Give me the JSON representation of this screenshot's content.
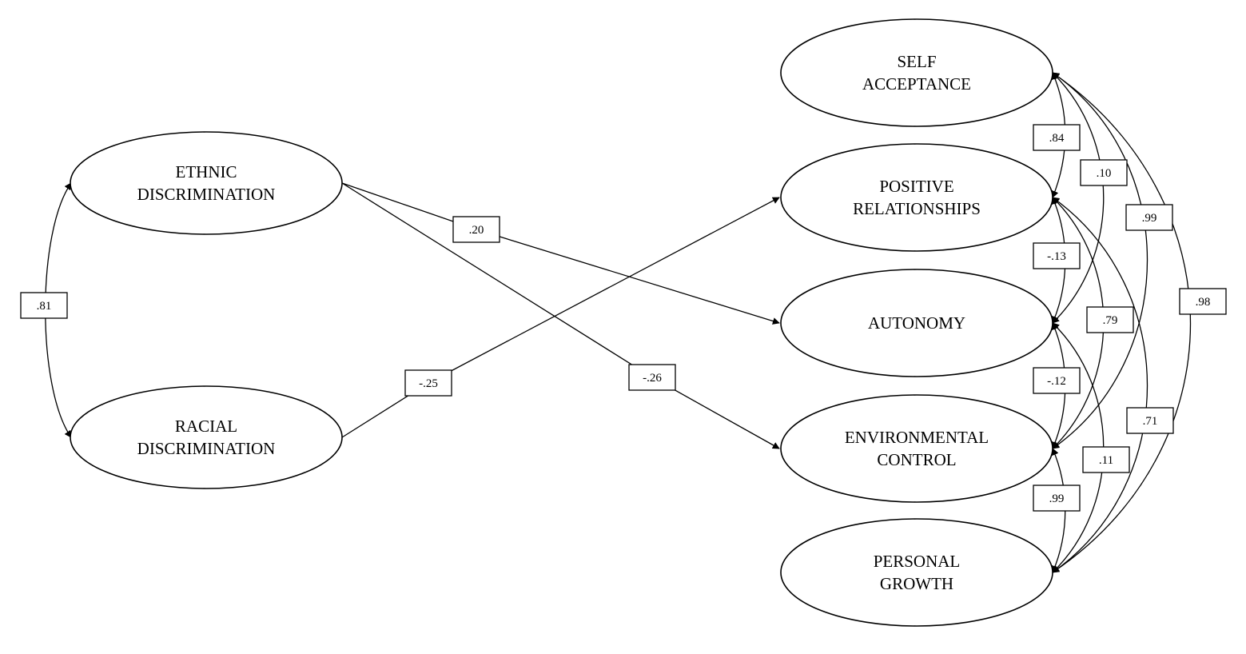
{
  "nodes": {
    "ethnic": [
      "ETHNIC",
      "DISCRIMINATION"
    ],
    "racial": [
      "RACIAL",
      "DISCRIMINATION"
    ],
    "self": [
      "SELF",
      "ACCEPTANCE"
    ],
    "positive": [
      "POSITIVE",
      "RELATIONSHIPS"
    ],
    "autonomy": [
      "AUTONOMY"
    ],
    "environmental": [
      "ENVIRONMENTAL",
      "CONTROL"
    ],
    "growth": [
      "PERSONAL",
      "GROWTH"
    ]
  },
  "paths": [
    {
      "from": "ethnic",
      "to": "autonomy",
      "coef": ".20"
    },
    {
      "from": "ethnic",
      "to": "environmental",
      "coef": "-.26"
    },
    {
      "from": "racial",
      "to": "positive",
      "coef": "-.25"
    }
  ],
  "correlations": [
    {
      "a": "ethnic",
      "b": "racial",
      "coef": ".81"
    },
    {
      "a": "self",
      "b": "positive",
      "coef": ".84"
    },
    {
      "a": "self",
      "b": "autonomy",
      "coef": ".10"
    },
    {
      "a": "self",
      "b": "environmental",
      "coef": ".99"
    },
    {
      "a": "self",
      "b": "growth",
      "coef": ".98"
    },
    {
      "a": "positive",
      "b": "autonomy",
      "coef": "-.13"
    },
    {
      "a": "positive",
      "b": "environmental",
      "coef": ".79"
    },
    {
      "a": "positive",
      "b": "growth",
      "coef": ".71"
    },
    {
      "a": "autonomy",
      "b": "environmental",
      "coef": "-.12"
    },
    {
      "a": "autonomy",
      "b": "growth",
      "coef": ".11"
    },
    {
      "a": "environmental",
      "b": "growth",
      "coef": ".99"
    }
  ]
}
